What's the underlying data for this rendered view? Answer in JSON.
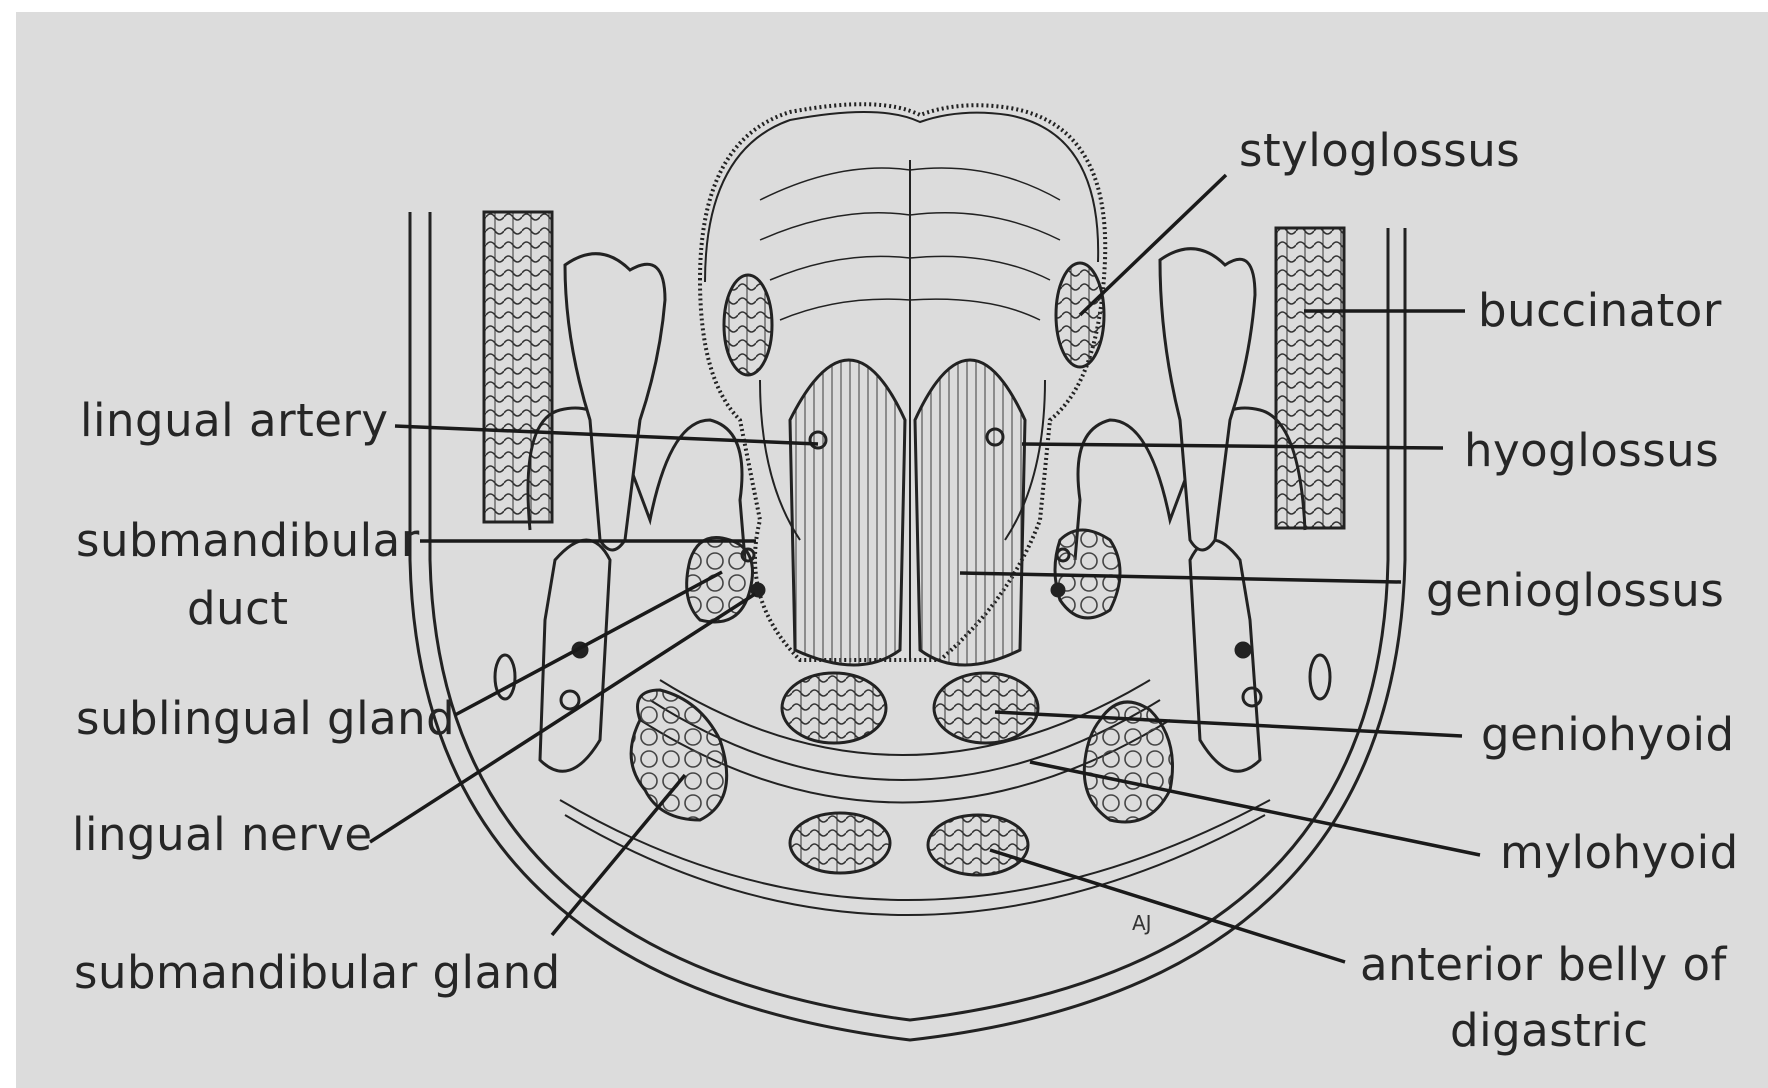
{
  "labels": {
    "lingual_artery": "lingual artery",
    "submandibular_duct_1": "submandibular",
    "submandibular_duct_2": "duct",
    "sublingual_gland": "sublingual gland",
    "lingual_nerve": "lingual nerve",
    "submandibular_gland": "submandibular gland",
    "styloglossus": "styloglossus",
    "buccinator": "buccinator",
    "hyoglossus": "hyoglossus",
    "genioglossus": "genioglossus",
    "geniohyoid": "geniohyoid",
    "mylohyoid": "mylohyoid",
    "anterior_belly_1": "anterior belly of",
    "anterior_belly_2": "digastric",
    "artist_initials": "AJ"
  },
  "colors": {
    "background": "#dcdcdc",
    "ink": "#262626"
  }
}
